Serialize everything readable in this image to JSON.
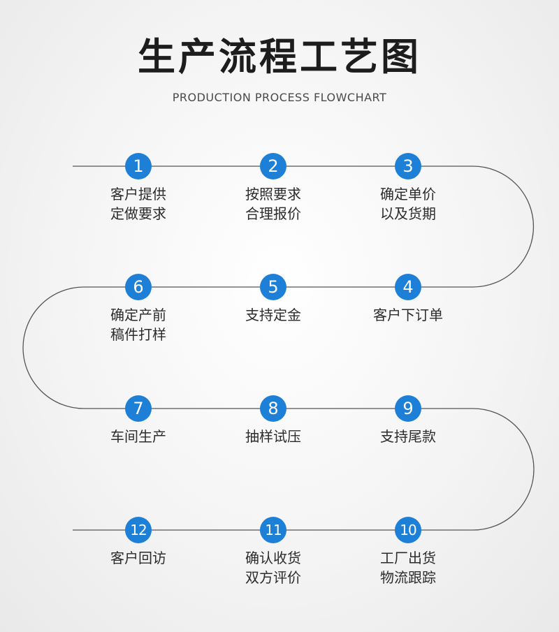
{
  "header": {
    "title": "生产流程工艺图",
    "subtitle": "PRODUCTION PROCESS FLOWCHART"
  },
  "colors": {
    "badge": "#1e7fd6",
    "line": "#555555",
    "text": "#2b2b2b"
  },
  "steps": [
    {
      "num": "1",
      "line1": "客户提供",
      "line2": "定做要求"
    },
    {
      "num": "2",
      "line1": "按照要求",
      "line2": "合理报价"
    },
    {
      "num": "3",
      "line1": "确定单价",
      "line2": "以及货期"
    },
    {
      "num": "4",
      "line1": "客户下订单",
      "line2": ""
    },
    {
      "num": "5",
      "line1": "支持定金",
      "line2": ""
    },
    {
      "num": "6",
      "line1": "确定产前",
      "line2": "稿件打样"
    },
    {
      "num": "7",
      "line1": "车间生产",
      "line2": ""
    },
    {
      "num": "8",
      "line1": "抽样试压",
      "line2": ""
    },
    {
      "num": "9",
      "line1": "支持尾款",
      "line2": ""
    },
    {
      "num": "10",
      "line1": "工厂出货",
      "line2": "物流跟踪"
    },
    {
      "num": "11",
      "line1": "确认收货",
      "line2": "双方评价"
    },
    {
      "num": "12",
      "line1": "客户回访",
      "line2": ""
    }
  ]
}
